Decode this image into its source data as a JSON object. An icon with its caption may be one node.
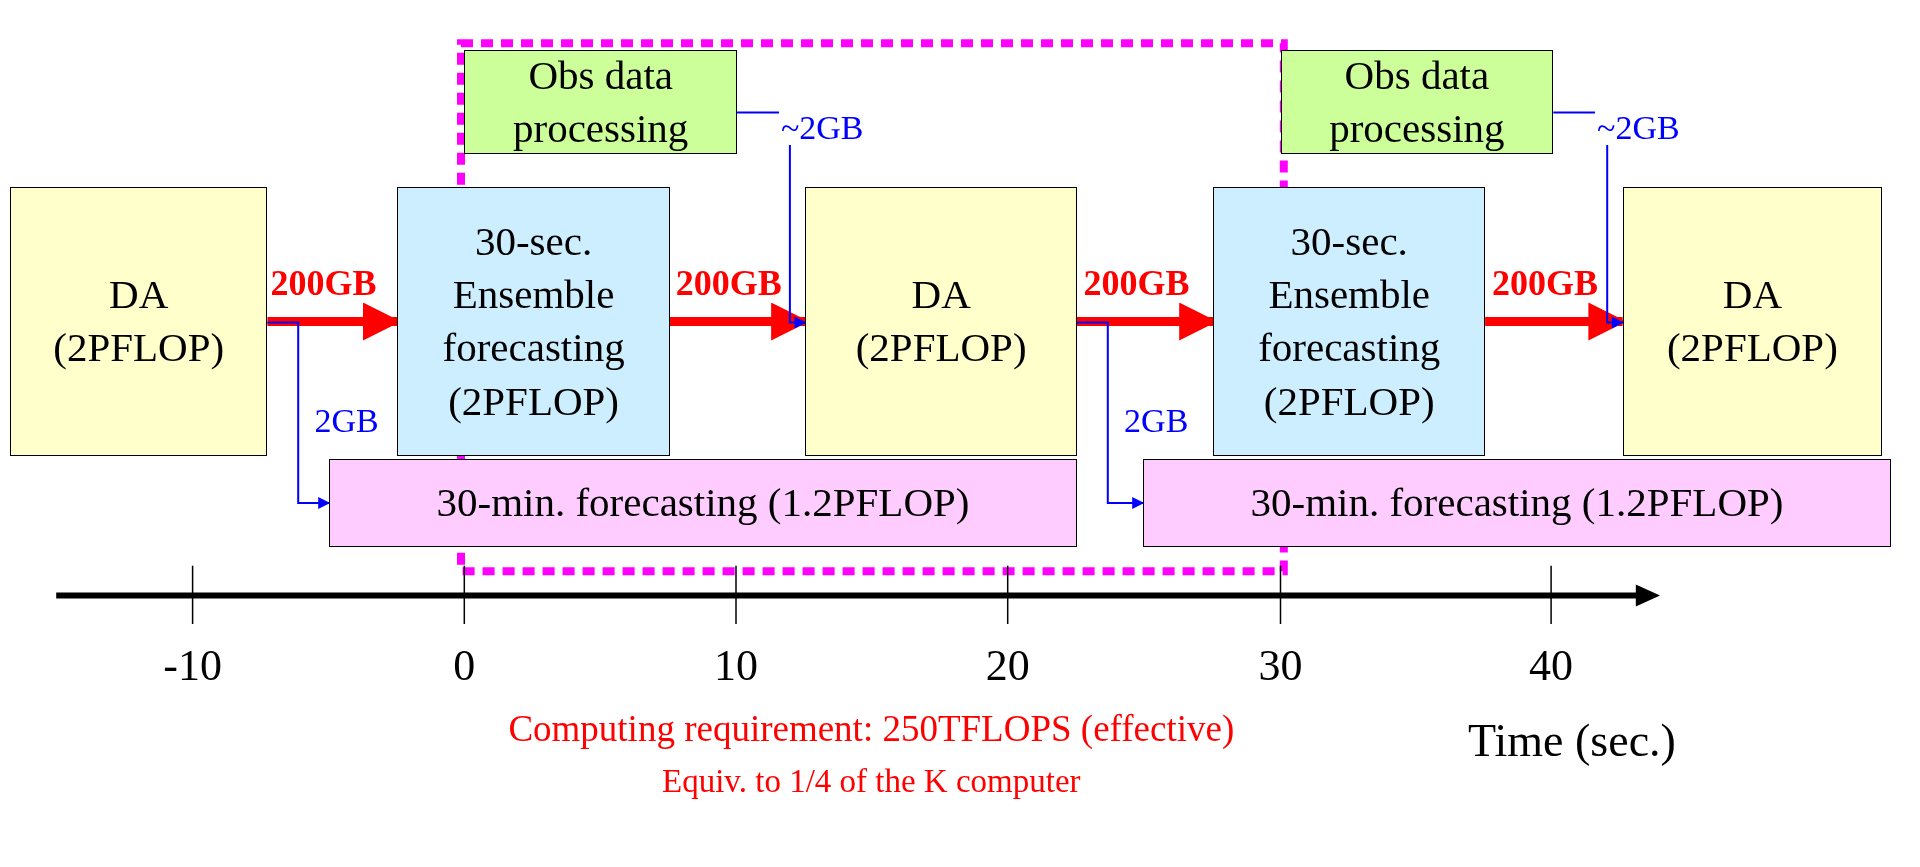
{
  "diagram": {
    "nodes": [
      {
        "text": [
          "DA (2PFLOP)"
        ]
      },
      {
        "text": [
          "30-sec. Ensemble forecasting (2PFLOP)"
        ]
      },
      {
        "text": [
          "Obs data processing"
        ]
      },
      {
        "text": [
          "DA (2PFLOP)"
        ]
      },
      {
        "text": [
          "30-sec. Ensemble forecasting (2PFLOP)"
        ]
      },
      {
        "text": [
          "Obs data processing"
        ]
      },
      {
        "text": [
          "DA (2PFLOP)"
        ]
      },
      {
        "text": [
          "30-min. forecasting (1.2PFLOP)"
        ]
      },
      {
        "text": [
          "30-min. forecasting (1.2PFLOP)"
        ]
      }
    ],
    "edges": [
      {
        "from": 0,
        "to": 1,
        "arrow": "to",
        "label": "200GB",
        "style": "thick",
        "color": "#ff0000"
      },
      {
        "from": 1,
        "to": 3,
        "arrow": "to",
        "label": "200GB",
        "style": "thick",
        "color": "#ff0000"
      },
      {
        "from": 3,
        "to": 4,
        "arrow": "to",
        "label": "200GB",
        "style": "thick",
        "color": "#ff0000"
      },
      {
        "from": 4,
        "to": 6,
        "arrow": "to",
        "label": "200GB",
        "style": "thick",
        "color": "#ff0000"
      },
      {
        "from": 2,
        "to": 3,
        "arrow": "to",
        "label": "~2GB",
        "color": "#0000ff"
      },
      {
        "from": 5,
        "to": 6,
        "arrow": "to",
        "label": "~2GB",
        "color": "#0000ff"
      },
      {
        "from": 0,
        "to": 7,
        "arrow": "to",
        "label": "2GB",
        "color": "#0000ff"
      },
      {
        "from": 3,
        "to": 8,
        "arrow": "to",
        "label": "2GB",
        "color": "#0000ff"
      }
    ],
    "labels": [
      "-10",
      "0",
      "10",
      "20",
      "30",
      "40",
      "Computing requirement: 250TFLOPS (effective)",
      "Time (sec.)",
      "Equiv. to 1/4 of the K computer"
    ]
  }
}
